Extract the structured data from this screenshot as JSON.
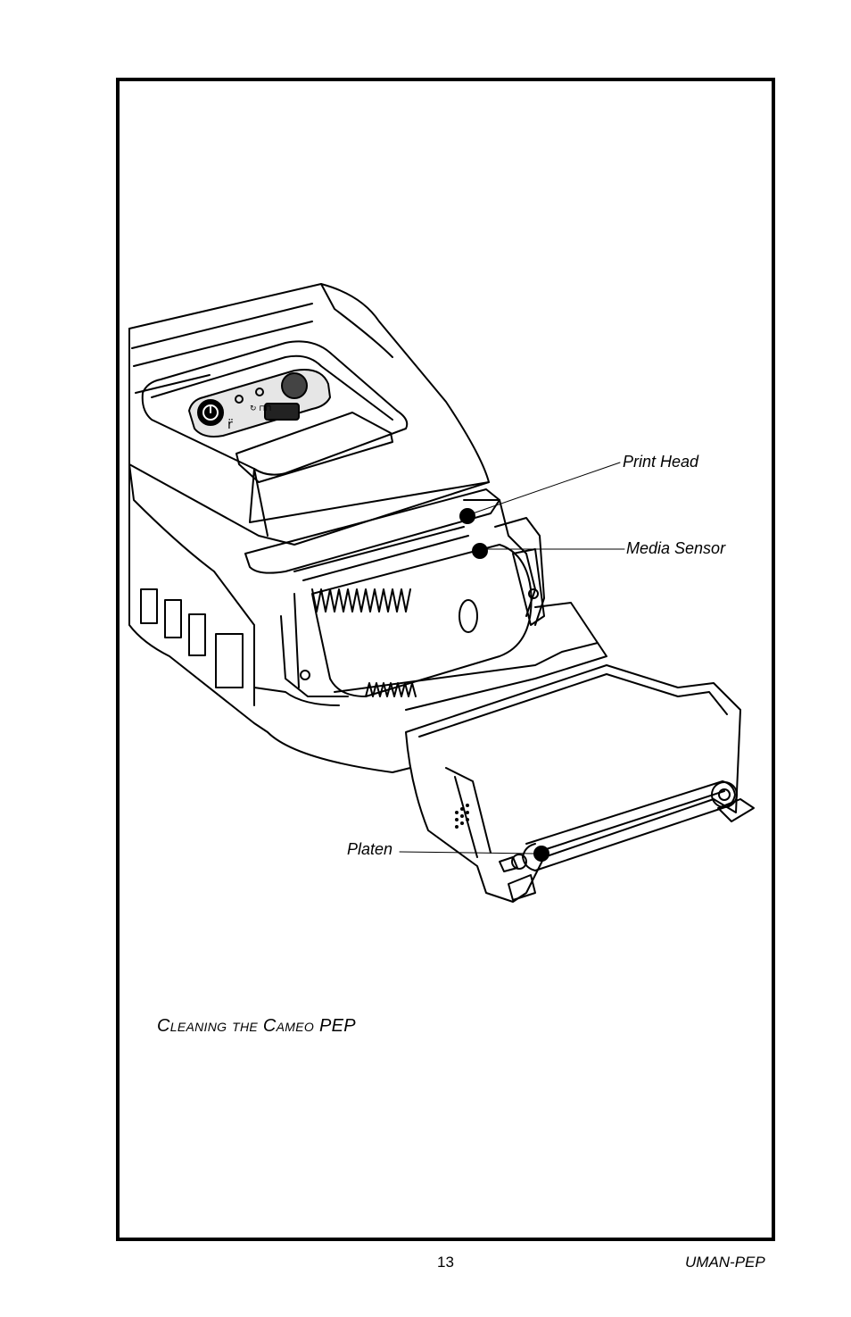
{
  "callouts": {
    "print_head": "Print Head",
    "media_sensor": "Media Sensor",
    "platen": "Platen"
  },
  "caption": "Cleaning the Cameo PEP",
  "footer": {
    "page_number": "13",
    "doc_id": "UMAN-PEP"
  }
}
